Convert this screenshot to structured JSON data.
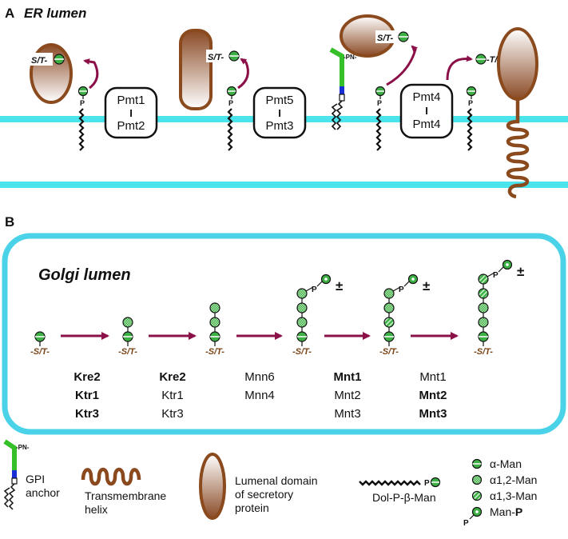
{
  "panel_a": {
    "letter": "A",
    "title": "ER lumen",
    "complexes": [
      {
        "top": "Pmt1",
        "bottom": "Pmt2"
      },
      {
        "top": "Pmt5",
        "bottom": "Pmt3"
      },
      {
        "top": "Pmt4",
        "bottom": "Pmt4"
      }
    ],
    "site_st": "S/T-",
    "site_ts": "-T/S",
    "site_pn": "-PN-",
    "p_label": "P",
    "bar_symbol": "I"
  },
  "panel_b": {
    "letter": "B",
    "title": "Golgi lumen",
    "site_label": "-S/T-",
    "pm_symbol": "±",
    "p_label": "P",
    "enzyme_columns": [
      [
        {
          "name": "Kre2",
          "bold": true
        },
        {
          "name": "Ktr1",
          "bold": true
        },
        {
          "name": "Ktr3",
          "bold": true
        }
      ],
      [
        {
          "name": "Kre2",
          "bold": true
        },
        {
          "name": "Ktr1",
          "bold": false
        },
        {
          "name": "Ktr3",
          "bold": false
        }
      ],
      [
        {
          "name": "Mnn6",
          "bold": false
        },
        {
          "name": "Mnn4",
          "bold": false
        }
      ],
      [
        {
          "name": "Mnt1",
          "bold": true
        },
        {
          "name": "Mnt2",
          "bold": false
        },
        {
          "name": "Mnt3",
          "bold": false
        }
      ],
      [
        {
          "name": "Mnt1",
          "bold": false
        },
        {
          "name": "Mnt2",
          "bold": true
        },
        {
          "name": "Mnt3",
          "bold": true
        }
      ]
    ]
  },
  "legend": {
    "gpi": {
      "label_line1": "GPI",
      "label_line2": "anchor",
      "pn": "-PN-"
    },
    "helix": {
      "label_line1": "Transmembrane",
      "label_line2": "helix"
    },
    "lumenal": {
      "label_line1": "Lumenal domain",
      "label_line2": "of secretory",
      "label_line3": "protein"
    },
    "dolp": {
      "label": "Dol-P-β-Man",
      "p": "P"
    },
    "sugars": [
      {
        "label": "α-Man",
        "icon": "alpha-man-icon"
      },
      {
        "label": "α1,2-Man",
        "icon": "alpha12-man-icon"
      },
      {
        "label": "α1,3-Man",
        "icon": "alpha13-man-icon"
      },
      {
        "label": "Man-",
        "label_bold": "P",
        "icon": "man-p-icon",
        "p": "P"
      }
    ]
  },
  "colors": {
    "membrane": "#4be3ec",
    "arrow": "#8b1048",
    "protein_brown": "#8b4a1e",
    "sugar_green": "#3cb044",
    "gpi_green": "#35c02a",
    "gpi_blue": "#1a2ed6",
    "box_border": "#4ad3e8"
  }
}
